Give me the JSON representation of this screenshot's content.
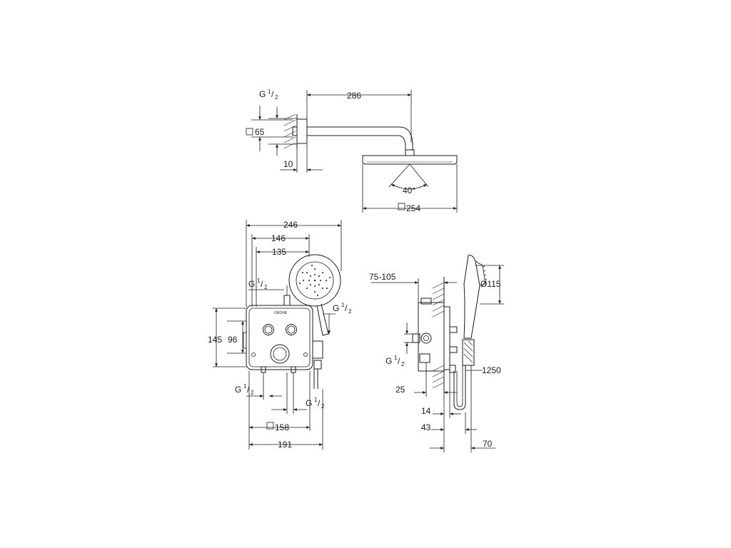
{
  "top_view": {
    "dim_arm_length": "286",
    "dim_thread": "G",
    "dim_thread_num": "1",
    "dim_thread_den": "2",
    "dim_flange": "65",
    "dim_wall": "10",
    "dim_angle": "40°",
    "dim_head": "254"
  },
  "front_view": {
    "dim_total_width": "246",
    "dim_146": "146",
    "dim_135": "135",
    "dim_height_145": "145",
    "dim_height_96": "96",
    "dim_plate": "158",
    "dim_191": "191",
    "thread_g": "G",
    "thread_num": "1",
    "thread_den": "2"
  },
  "side_view": {
    "dim_depth_range": "75-105",
    "dim_diameter": "Ø115",
    "dim_hose": "1250",
    "dim_25": "25",
    "dim_14": "14",
    "dim_43": "43",
    "dim_70": "70",
    "thread_g": "G",
    "thread_num": "1",
    "thread_den": "2"
  },
  "brand_mark": "GROHE"
}
